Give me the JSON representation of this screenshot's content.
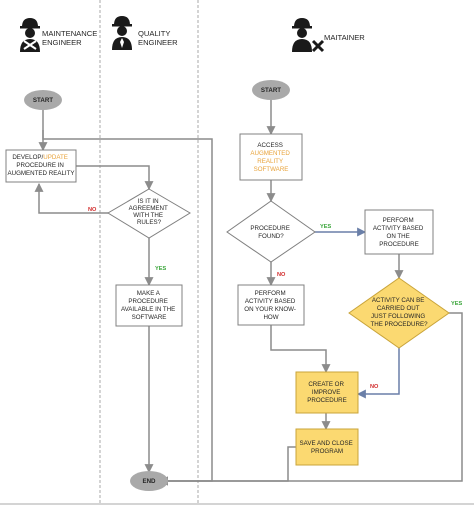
{
  "lanes": [
    {
      "title_lines": [
        "MAINTENANCE",
        "ENGINEER"
      ],
      "icon": "worker-wrench-icon"
    },
    {
      "title_lines": [
        "QUALITY",
        "ENGINEER"
      ],
      "icon": "worker-tie-icon"
    },
    {
      "title_lines": [
        "MAITAINER"
      ],
      "icon": "worker-tools-icon"
    }
  ],
  "nodes": {
    "start1": {
      "text": "START"
    },
    "develop": {
      "lines": [
        [
          "DEVELOP/",
          "UPDATE"
        ],
        [
          "PROCEDURE IN"
        ],
        [
          "AUGMENTED REALITY"
        ]
      ]
    },
    "agreement": {
      "lines": [
        "IS IT IN",
        "AGREEMENT",
        "WITH THE",
        "RULES?"
      ]
    },
    "make": {
      "lines": [
        "MAKE A",
        "PROCEDURE",
        "AVAILABLE IN THE",
        "SOFTWARE"
      ]
    },
    "start2": {
      "text": "START"
    },
    "access": {
      "lines": [
        "ACCESS",
        "AUGMENTED",
        "REALITY",
        "SOFTWARE"
      ]
    },
    "found": {
      "lines": [
        "PROCEDURE",
        "FOUND?"
      ]
    },
    "perform_proc": {
      "lines": [
        "PERFORM",
        "ACTIVITY BASED",
        "ON THE",
        "PROCEDURE"
      ]
    },
    "perform_know": {
      "lines": [
        "PERFORM",
        "ACTIVITY BASED",
        "ON YOUR KNOW-",
        "HOW"
      ]
    },
    "carried": {
      "lines": [
        "ACTIVITY CAN BE",
        "CARRIED OUT",
        "JUST FOLLOWING",
        "THE PROCEDURE?"
      ]
    },
    "create": {
      "lines": [
        "CREATE OR",
        "IMPROVE",
        "PROCEDURE"
      ]
    },
    "save": {
      "lines": [
        "SAVE AND CLOSE",
        "PROGRAM"
      ]
    },
    "end": {
      "text": "END"
    }
  },
  "edge_labels": {
    "agreement_no": "NO",
    "agreement_yes": "YES",
    "found_yes": "YES",
    "found_no": "NO",
    "carried_no": "NO",
    "carried_yes": "YES"
  },
  "colors": {
    "process_fill": "#ffffff",
    "highlight_fill": "#fbd971",
    "terminal_fill": "#a9a9a9",
    "no_label": "#d12a2a",
    "yes_label": "#3aa53a",
    "highlight_text": "#e8a33b"
  }
}
